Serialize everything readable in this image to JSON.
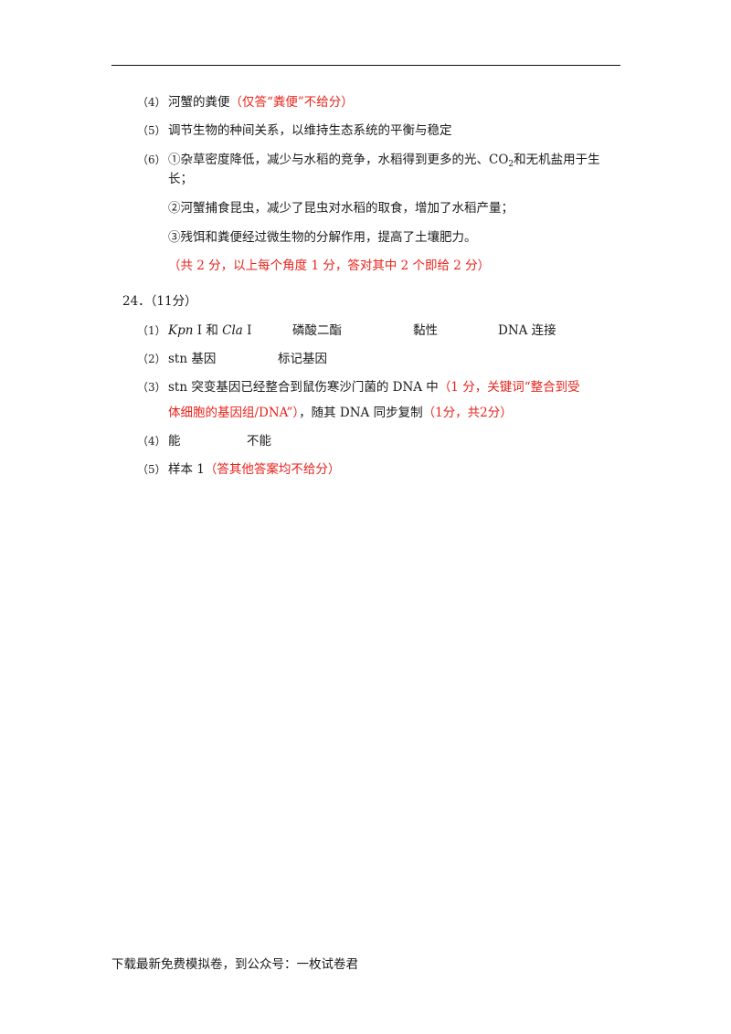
{
  "q23": {
    "p4": {
      "num": "（4）",
      "text": "河蟹的粪便",
      "note": "（仅答“粪便”不给分）"
    },
    "p5": {
      "num": "（5）",
      "text": "调节生物的种间关系，以维持生态系统的平衡与稳定"
    },
    "p6": {
      "num": "（6）",
      "line1_a": "①杂草密度降低，减少与水稻的竞争，水稻得到更多的光、CO",
      "line1_sub": "2",
      "line1_b": "和无机盐用于生",
      "line1_cont": "长；",
      "line2": "②河蟹捕食昆虫，减少了昆虫对水稻的取食，增加了水稻产量；",
      "line3": "③残饵和粪便经过微生物的分解作用，提高了土壤肥力。",
      "note": "（共 2 分，以上每个角度 1 分，答对其中 2 个即给 2 分）"
    }
  },
  "q24": {
    "header": "24．（11分）",
    "p1": {
      "num": "（1）",
      "kpn": "Kpn",
      "kpn_roman": "I",
      "and": "和",
      "cla": "Cla",
      "cla_roman": "I",
      "a2": "磷酸二酯",
      "a3": "黏性",
      "a4": "DNA 连接"
    },
    "p2": {
      "num": "（2）",
      "a1": "stn 基因",
      "a2": "标记基因"
    },
    "p3": {
      "num": "（3）",
      "text1": "stn 突变基因已经整合到鼠伤寒沙门菌的 DNA 中",
      "note1": "（1 分，关键词“整合到受",
      "note1_cont": "体细胞的基因组/DNA”）",
      "text2": "，随其 DNA 同步复制",
      "note2": "（1分，共2分）"
    },
    "p4": {
      "num": "（4）",
      "a1": "能",
      "a2": "不能"
    },
    "p5": {
      "num": "（5）",
      "a1": "样本 1",
      "note": "（答其他答案均不给分）"
    }
  },
  "footer": "下载最新免费模拟卷，到公众号：一枚试卷君"
}
